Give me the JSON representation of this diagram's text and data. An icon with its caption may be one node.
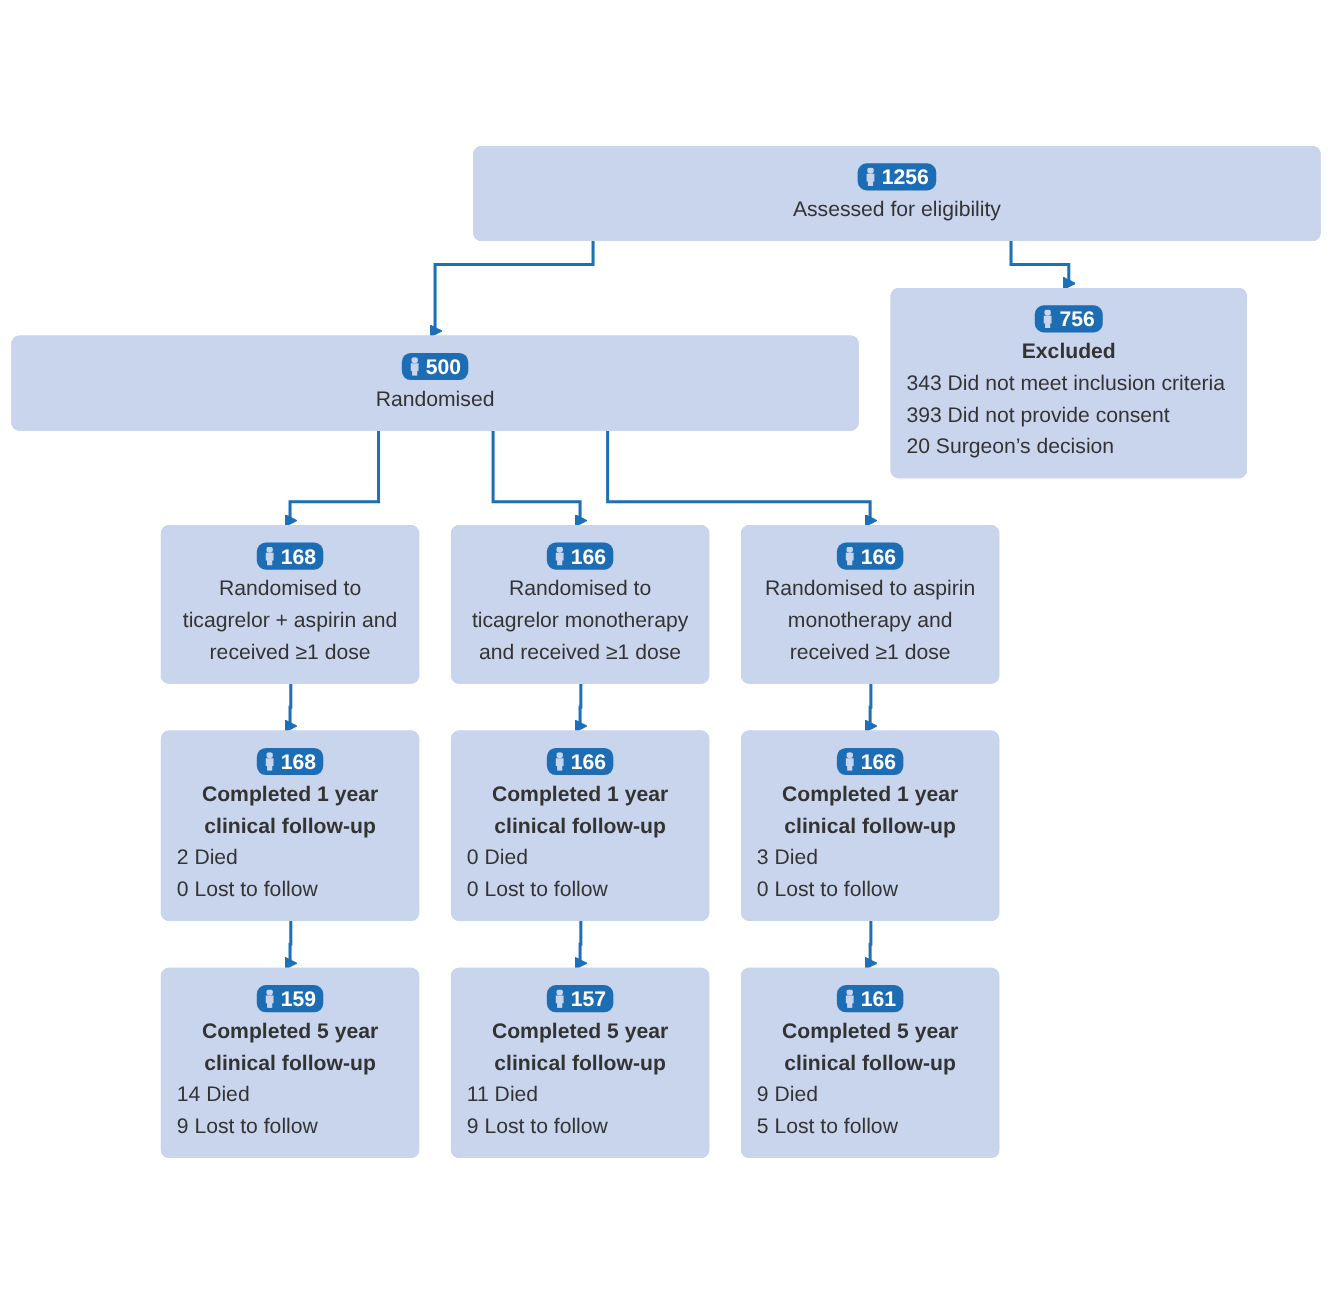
{
  "diagram": {
    "nodes": [
      {
        "text": [
          "1256",
          "Assessed for eligibility"
        ]
      },
      {
        "text": [
          "756",
          "Excluded",
          "343 Did not meet inclusion criteria",
          "393 Did not provide consent",
          "20 Surgeon’s decision"
        ]
      },
      {
        "text": [
          "500",
          "Randomised"
        ]
      },
      {
        "text": [
          "168",
          "Randomised to ticagrelor + aspirin and received ≥1 dose"
        ]
      },
      {
        "text": [
          "166",
          "Randomised to ticagrelor monotherapy and received ≥1 dose"
        ]
      },
      {
        "text": [
          "166",
          "Randomised to aspirin monotherapy and received ≥1 dose"
        ]
      },
      {
        "text": [
          "168",
          "Completed 1 year clinical follow-up",
          "2 Died",
          "0 Lost to follow"
        ]
      },
      {
        "text": [
          "166",
          "Completed 1 year clinical follow-up",
          "0 Died",
          "0 Lost to follow"
        ]
      },
      {
        "text": [
          "166",
          "Completed 1 year clinical follow-up",
          "3 Died",
          "0 Lost to follow"
        ]
      },
      {
        "text": [
          "159",
          "Completed 5 year clinical follow-up",
          "14 Died",
          "9 Lost to follow"
        ]
      },
      {
        "text": [
          "157",
          "Completed 5 year clinical follow-up",
          "11 Died",
          "9 Lost to follow"
        ]
      },
      {
        "text": [
          "161",
          "Completed 5 year clinical follow-up",
          "9 Died",
          "5 Lost to follow"
        ]
      }
    ],
    "edges": [
      {
        "from": 0,
        "to": 2,
        "arrow": "to"
      },
      {
        "from": 0,
        "to": 1,
        "arrow": "to"
      },
      {
        "from": 2,
        "to": 3,
        "arrow": "to"
      },
      {
        "from": 2,
        "to": 4,
        "arrow": "to"
      },
      {
        "from": 2,
        "to": 5,
        "arrow": "to"
      },
      {
        "from": 3,
        "to": 6,
        "arrow": "to"
      },
      {
        "from": 4,
        "to": 7,
        "arrow": "to"
      },
      {
        "from": 5,
        "to": 8,
        "arrow": "to"
      },
      {
        "from": 6,
        "to": 9,
        "arrow": "to"
      },
      {
        "from": 7,
        "to": 10,
        "arrow": "to"
      },
      {
        "from": 8,
        "to": 11,
        "arrow": "to"
      }
    ]
  }
}
